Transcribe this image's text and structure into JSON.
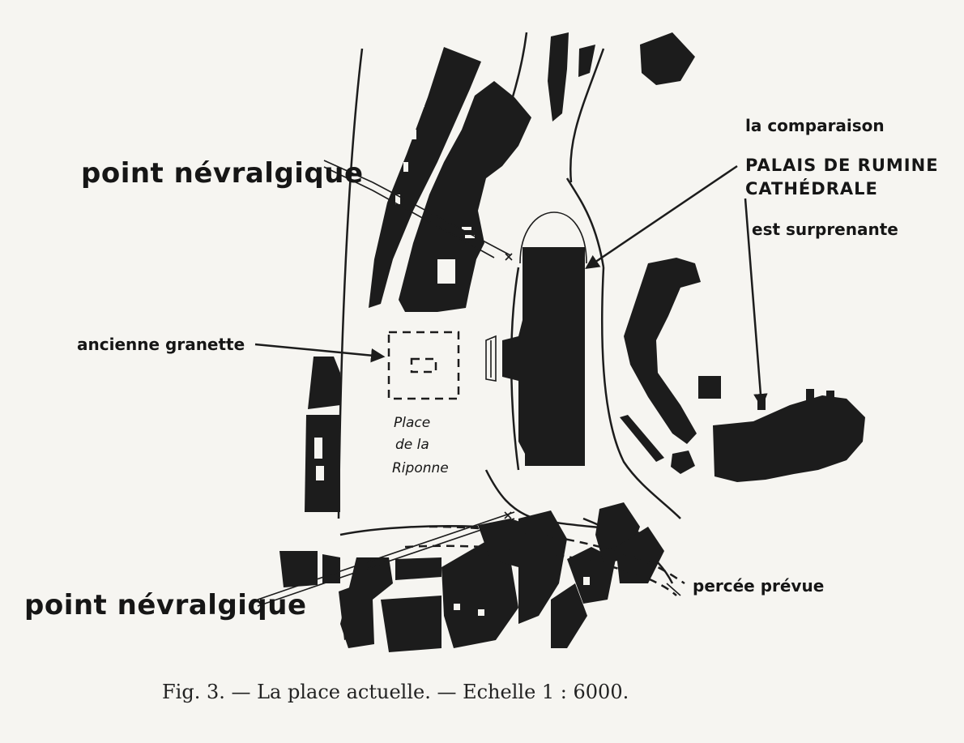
{
  "labels": {
    "point_nevralgique_top": "point névralgique",
    "point_nevralgique_bottom": "point névralgique",
    "ancienne_granette": "ancienne granette",
    "place_line1": "Place",
    "place_line2": "de la",
    "place_line3": "Riponne",
    "comparaison": "la comparaison",
    "palais": "PALAIS DE RUMINE",
    "cathedrale": "CATHÉDRALE",
    "surprenante": "est surprenante",
    "percee": "percée prévue"
  },
  "caption": "Fig. 3. — La place actuelle. — Echelle 1 : 6000.",
  "colors": {
    "ink": "#1c1c1c",
    "paper": "#f6f5f1"
  }
}
